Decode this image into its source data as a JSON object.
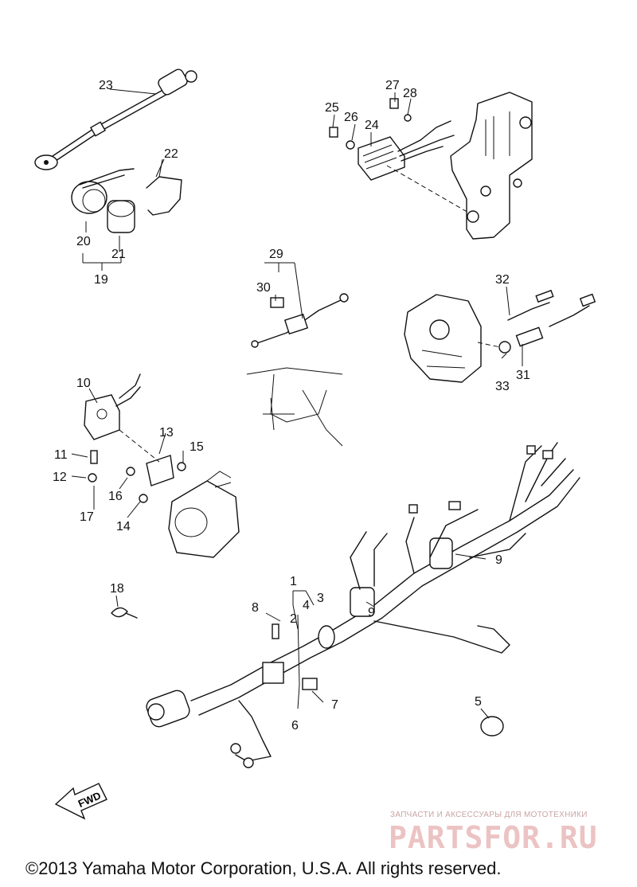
{
  "labels": {
    "p1": "1",
    "p2": "2",
    "p3": "3",
    "p4": "4",
    "p5": "5",
    "p6": "6",
    "p7": "7",
    "p8": "8",
    "p9a": "9",
    "p9b": "9",
    "p10": "10",
    "p11": "11",
    "p12": "12",
    "p13": "13",
    "p14": "14",
    "p15": "15",
    "p16": "16",
    "p17": "17",
    "p18": "18",
    "p19": "19",
    "p20": "20",
    "p21": "21",
    "p22": "22",
    "p23": "23",
    "p24": "24",
    "p25": "25",
    "p26": "26",
    "p27": "27",
    "p28": "28",
    "p29": "29",
    "p30": "30",
    "p31": "31",
    "p32": "32",
    "p33": "33"
  },
  "fwd_arrow": "FWD",
  "watermark": {
    "subtitle": "ЗАПЧАСТИ И АКСЕССУАРЫ ДЛЯ МОТОТЕХНИКИ",
    "brand": "PARTSFOR.RU"
  },
  "copyright": "©2013 Yamaha Motor Corporation, U.S.A. All rights reserved."
}
